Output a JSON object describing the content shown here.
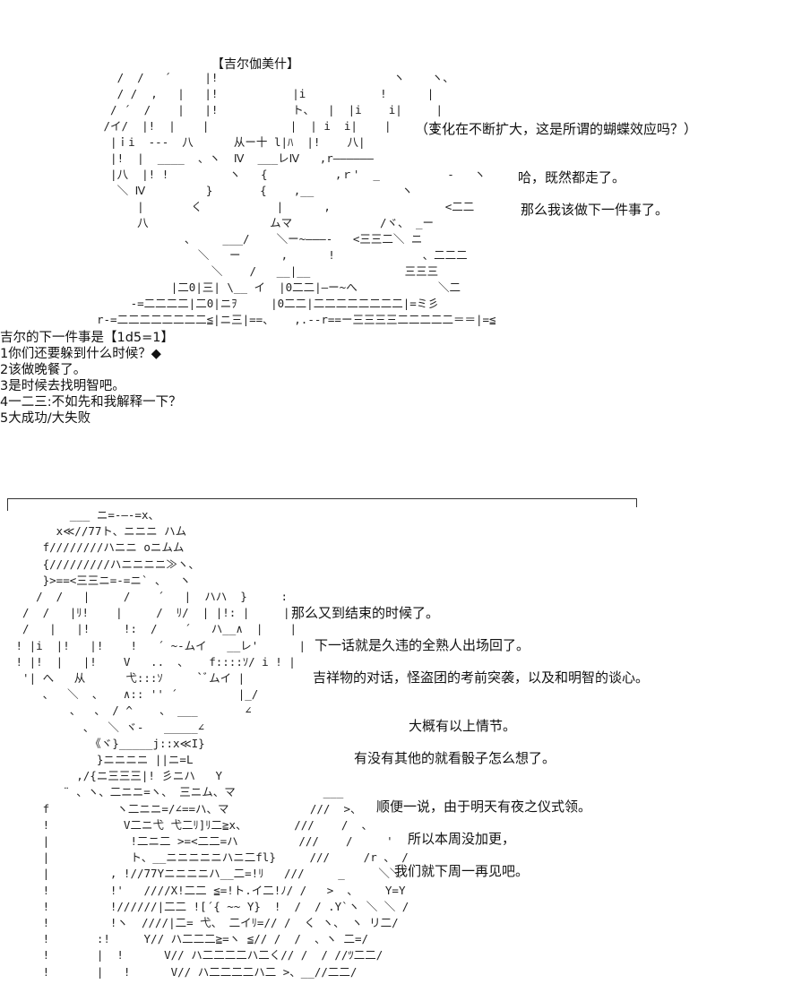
{
  "panel1": {
    "title": "【吉尔伽美什】",
    "thought": "（变化在不断扩大，这是所谓的蝴蝶效应吗？）",
    "line1": "哈，既然都走了。",
    "line2": "那么我该做下一件事了。"
  },
  "menu": {
    "title": "吉尔的下一件事是【1d5=1】",
    "items": [
      "1你们还要躲到什么时候？◆",
      "2该做晚餐了。",
      "3是时候去找明智吧。",
      "4一二三:不如先和我解释一下？",
      "5大成功/大失败"
    ]
  },
  "panel2": {
    "lines": [
      "那么又到结束的时候了。",
      "下一话就是久违的全熟人出场回了。",
      "吉祥物的对话，怪盗团的考前突袭，以及和明智的谈心。",
      "大概有以上情节。",
      "有没有其他的就看骰子怎么想了。",
      "顺便一说，由于明天有夜之仪式领。",
      "所以本周没加更，",
      "我们就下周一再见吧。"
    ]
  }
}
